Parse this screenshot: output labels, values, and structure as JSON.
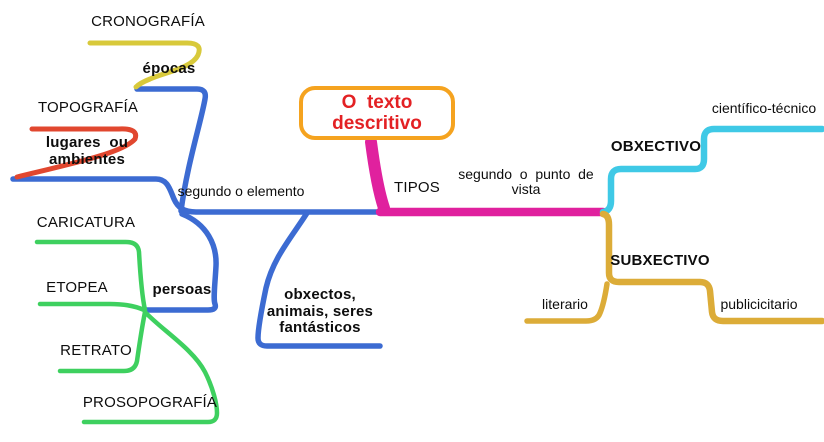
{
  "central": {
    "title": "O  texto\ndescritivo"
  },
  "labels": {
    "tipos": "TIPOS",
    "segundo_elemento": "segundo o elemento",
    "segundo_punto": "segundo  o  punto  de\nvista",
    "cronografia": "CRONOGRAFÍA",
    "epocas": "épocas",
    "topografia": "TOPOGRAFÍA",
    "lugares": "lugares  ou\nambientes",
    "caricatura": "CARICATURA",
    "etopea": "ETOPEA",
    "persoas": "persoas",
    "retrato": "RETRATO",
    "prosopografia": "PROSOPOGRAFÍA",
    "obxectos": "obxectos,\nanimais, seres\nfantásticos",
    "obxectivo": "OBXECTIVO",
    "cientifico_tecnico": "científico-técnico",
    "subxectivo": "SUBXECTIVO",
    "literario": "literario",
    "publicitario": "publicicitario"
  },
  "colors": {
    "blue": "#3c6bd2",
    "green": "#3ed05f",
    "magenta": "#e0219e",
    "cyan": "#3fc9e6",
    "gold": "#dcac38",
    "yellow": "#d8c93b",
    "red_line": "#e1472f",
    "box_border": "#f5a31f",
    "title_text": "#e32124"
  }
}
